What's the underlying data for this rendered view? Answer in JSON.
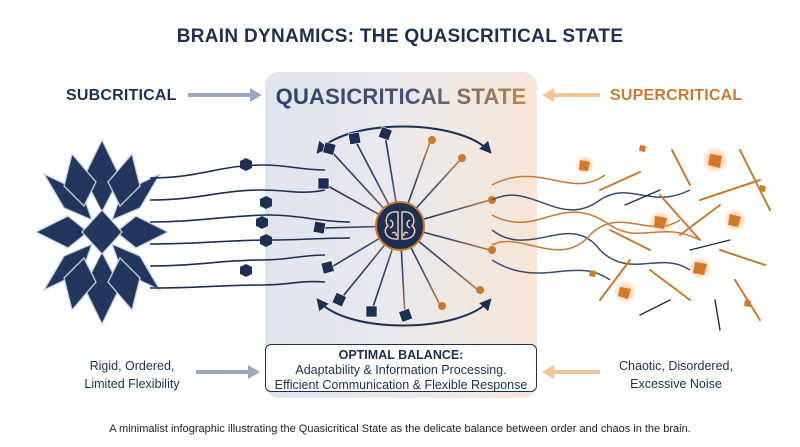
{
  "title": "BRAIN DYNAMICS: THE QUASICRITICAL STATE",
  "center": {
    "title": "QUASICRITICAL STATE"
  },
  "left": {
    "label": "SUBCRITICAL",
    "description_line1": "Rigid, Ordered,",
    "description_line2": "Limited Flexibility"
  },
  "right": {
    "label": "SUPERCRITICAL",
    "description_line1": "Chaotic, Disordered,",
    "description_line2": "Excessive Noise"
  },
  "balance": {
    "heading": "OPTIMAL BALANCE:",
    "line1": "Adaptability & Information Processing.",
    "line2": "Efficient Communication & Flexible Response"
  },
  "caption": "A minimalist infographic illustrating the Quasicritical State as the delicate balance between order and chaos in the brain.",
  "colors": {
    "navy": "#1e2f52",
    "orange": "#c67a33",
    "panel_left": "#dfe4ee",
    "panel_right": "#f6e7d6"
  },
  "icons": [
    "crystal-icon",
    "brain-icon",
    "cube-node-icon",
    "hexagon-node-icon",
    "chaotic-fragments-icon",
    "arrow-right-icon",
    "arrow-left-icon"
  ]
}
